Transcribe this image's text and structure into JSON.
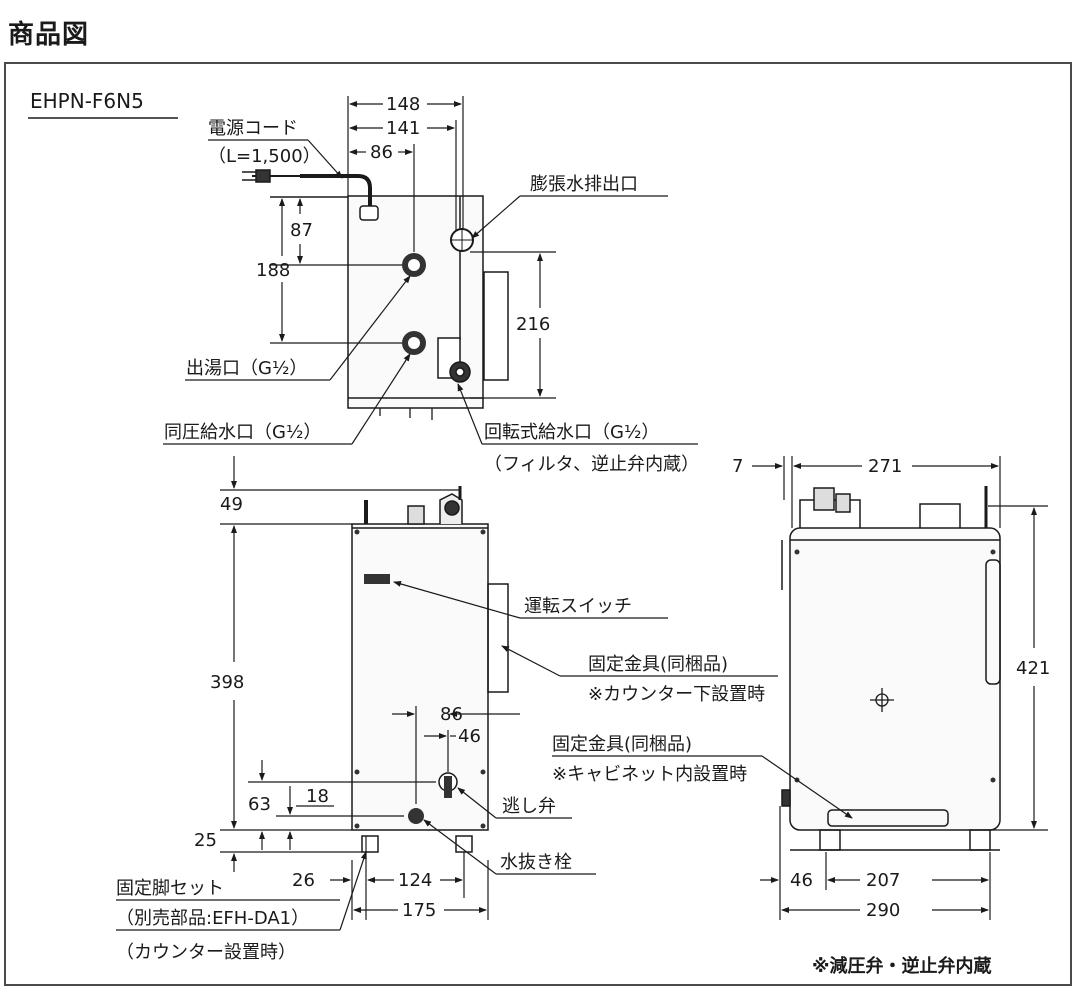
{
  "heading": "商品図",
  "model": "EHPN-F6N5",
  "labels": {
    "power_cord": "電源コード",
    "power_cord_length": "（L=1,500）",
    "expansion_outlet": "膨張水排出口",
    "hot_outlet": "出湯口（G½）",
    "same_pressure_inlet": "同圧給水口（G½）",
    "rotary_inlet": "回転式給水口（G½）",
    "rotary_inlet_note": "（フィルタ、逆止弁内蔵）",
    "operation_switch": "運転スイッチ",
    "bracket1": "固定金具(同梱品)",
    "bracket1_note": "※カウンター下設置時",
    "bracket2": "固定金具(同梱品)",
    "bracket2_note": "※キャビネット内設置時",
    "relief_valve": "逃し弁",
    "drain_plug": "水抜き栓",
    "leg_set": "固定脚セット",
    "leg_set_part": "（別売部品:EFH-DA1）",
    "leg_set_note": "（カウンター設置時）",
    "footnote": "※減圧弁・逆止弁内蔵"
  },
  "dims": {
    "d148": "148",
    "d141": "141",
    "d86top": "86",
    "d87": "87",
    "d188": "188",
    "d216": "216",
    "d49": "49",
    "d398": "398",
    "d86mid": "86",
    "d46mid": "46",
    "d63": "63",
    "d18": "18",
    "d25": "25",
    "d26": "26",
    "d124": "124",
    "d175": "175",
    "d7": "7",
    "d271": "271",
    "d421": "421",
    "d46bot": "46",
    "d207": "207",
    "d290": "290"
  }
}
